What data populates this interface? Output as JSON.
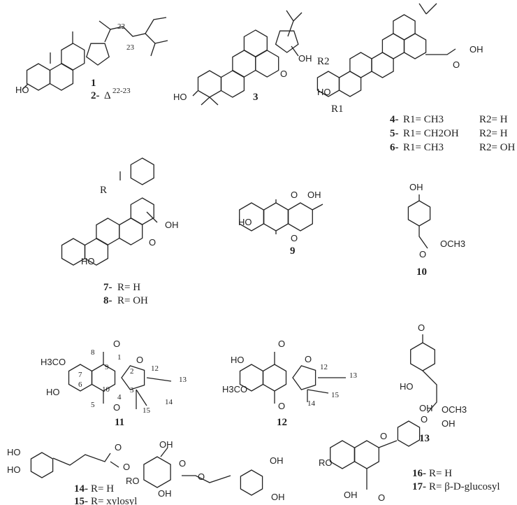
{
  "c1": {
    "num": "1",
    "deriv": "2-",
    "delta": "Δ",
    "sup": "22-23",
    "pos22": "22",
    "pos23": "23",
    "oh": "HO"
  },
  "c3": {
    "num": "3",
    "oh": "HO",
    "cooh": "OH",
    "co": "O"
  },
  "c4": {
    "r2": "R2",
    "oh": "HO",
    "r1": "R1",
    "cooh": "OH",
    "co": "O",
    "rows": [
      {
        "num": "4-",
        "r1": "R1= CH3",
        "r2": "R2= H"
      },
      {
        "num": "5-",
        "r1": "R1= CH2OH",
        "r2": "R2= H"
      },
      {
        "num": "6-",
        "r1": "R1= CH3",
        "r2": "R2= OH"
      }
    ]
  },
  "c7": {
    "r": "R",
    "oh": "HO",
    "cooh": "OH",
    "co": "O",
    "rows": [
      {
        "num": "7-",
        "txt": "R= H"
      },
      {
        "num": "8-",
        "txt": "R= OH"
      }
    ]
  },
  "c9": {
    "num": "9",
    "o1": "O",
    "o2": "O",
    "oh1": "OH",
    "oh2": "HO"
  },
  "c10": {
    "num": "10",
    "oh": "OH",
    "o": "O",
    "och3": "OCH3"
  },
  "c11": {
    "num": "11",
    "och3": "H3CO",
    "oh": "HO",
    "o1": "O",
    "o2": "O",
    "o3": "O",
    "locants": [
      "8",
      "7",
      "6",
      "5",
      "9",
      "10",
      "1",
      "2",
      "3",
      "4",
      "12",
      "13",
      "14",
      "15"
    ]
  },
  "c12": {
    "num": "12",
    "oh": "HO",
    "och3": "H3CO",
    "o1": "O",
    "o2": "O",
    "o3": "O",
    "locants": [
      "12",
      "13",
      "14",
      "15"
    ]
  },
  "c13": {
    "num": "13",
    "o": "O",
    "ho": "HO",
    "o2": "O",
    "och3": "OCH3"
  },
  "c14": {
    "ho1": "HO",
    "ho2": "HO",
    "o1": "O",
    "o2": "O",
    "oh": "OH",
    "ro": "RO",
    "oh2": "OH",
    "o3": "O",
    "o4": "O",
    "oh3": "OH",
    "oh4": "OH",
    "rows": [
      {
        "num": "14-",
        "txt": "R= H"
      },
      {
        "num": "15-",
        "txt": "R= xylosyl"
      }
    ]
  },
  "c16": {
    "ro": "RO",
    "o": "O",
    "oh": "OH",
    "o2": "O",
    "oh2": "OH",
    "oh3": "OH",
    "rows": [
      {
        "num": "16-",
        "txt": "R= H"
      },
      {
        "num": "17-",
        "txt": "R= β-D-glucosyl"
      }
    ]
  }
}
